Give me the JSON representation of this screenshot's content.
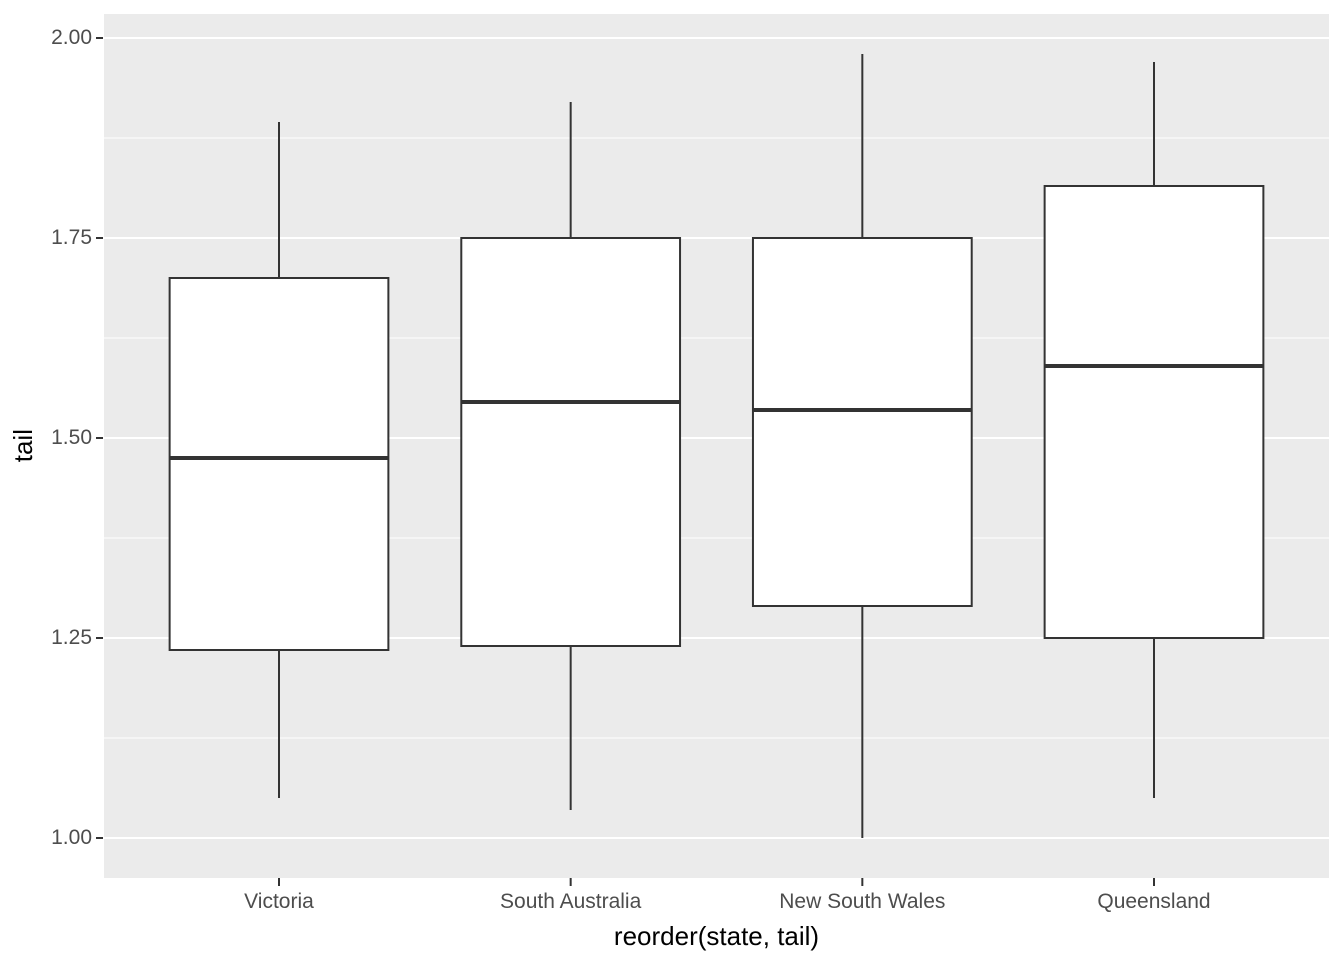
{
  "chart_data": {
    "type": "boxplot",
    "title": "",
    "xlabel": "reorder(state, tail)",
    "ylabel": "tail",
    "categories": [
      "Victoria",
      "South Australia",
      "New South Wales",
      "Queensland"
    ],
    "series": [
      {
        "name": "Victoria",
        "min": 1.05,
        "q1": 1.235,
        "median": 1.475,
        "q3": 1.7,
        "max": 1.895
      },
      {
        "name": "South Australia",
        "min": 1.035,
        "q1": 1.24,
        "median": 1.545,
        "q3": 1.75,
        "max": 1.92
      },
      {
        "name": "New South Wales",
        "min": 1.0,
        "q1": 1.29,
        "median": 1.535,
        "q3": 1.75,
        "max": 1.98
      },
      {
        "name": "Queensland",
        "min": 1.05,
        "q1": 1.25,
        "median": 1.59,
        "q3": 1.815,
        "max": 1.97
      }
    ],
    "y_ticks": [
      "1.00",
      "1.25",
      "1.50",
      "1.75",
      "2.00"
    ],
    "y_tick_values": [
      1.0,
      1.25,
      1.5,
      1.75,
      2.0
    ],
    "y_minor_values": [
      1.125,
      1.375,
      1.625,
      1.875
    ],
    "ylim": [
      0.95,
      2.03
    ],
    "grid": true,
    "legend": false
  },
  "colors": {
    "figure_background": "#FFFFFF",
    "panel_background": "#EBEBEB",
    "grid_major": "#FFFFFF",
    "grid_minor": "#FFFFFF",
    "box_stroke": "#333333",
    "box_fill": "#FFFFFF",
    "tick_mark": "#333333",
    "axis_text": "#4D4D4D",
    "axis_title": "#000000"
  }
}
